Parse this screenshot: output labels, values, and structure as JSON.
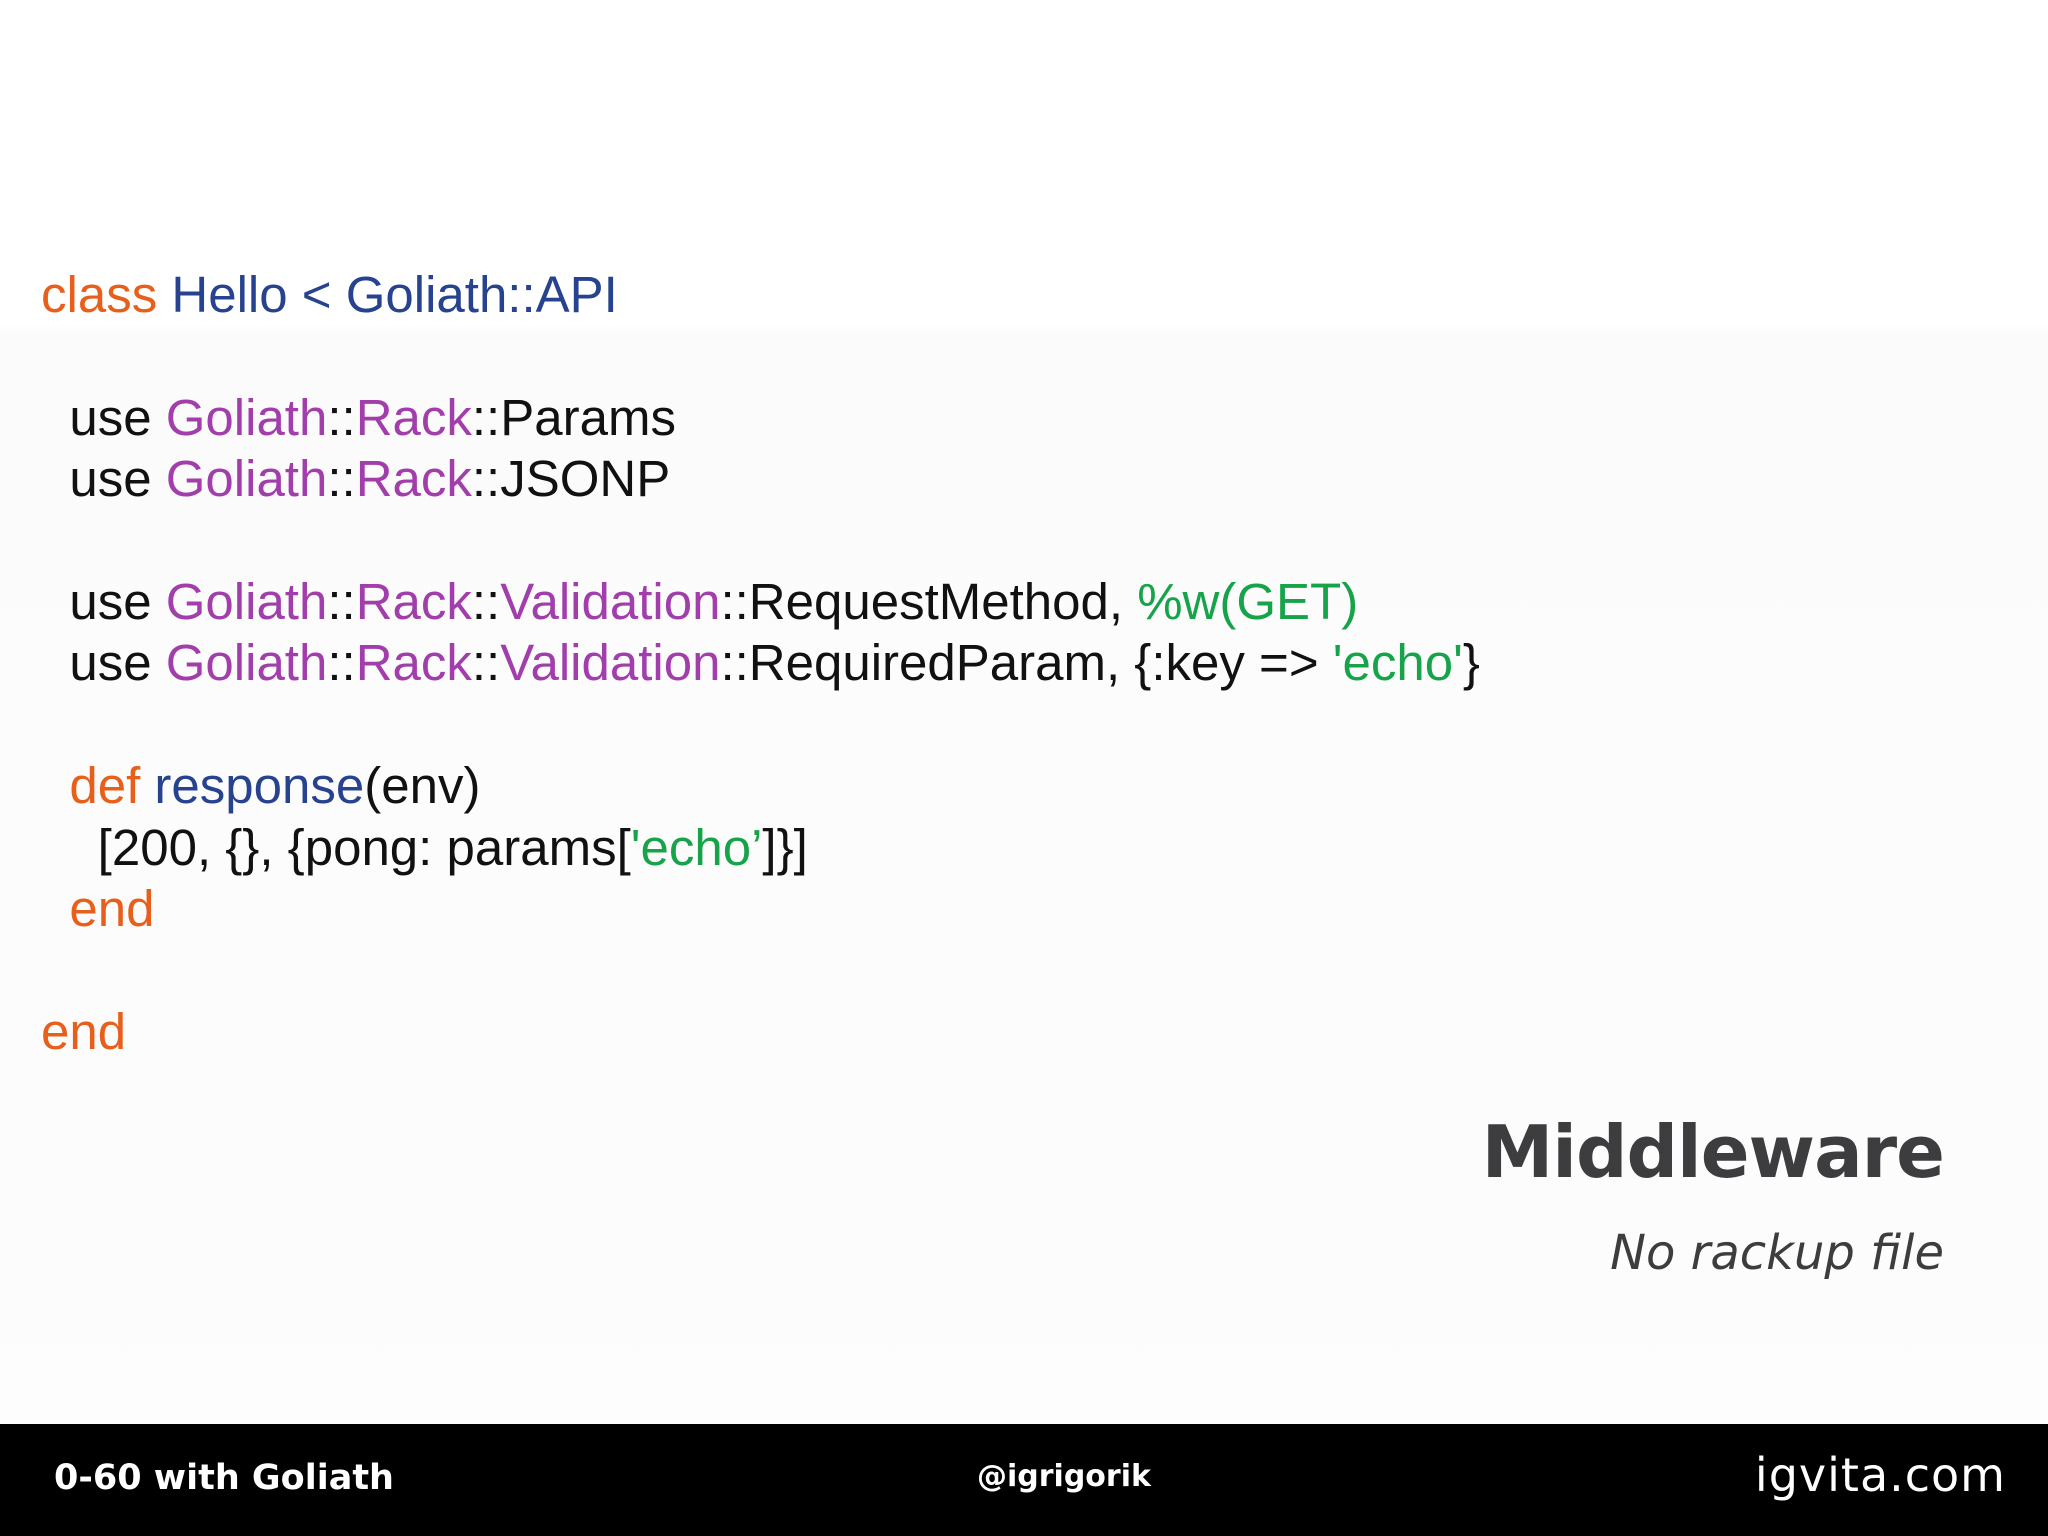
{
  "code": {
    "lines": [
      [
        {
          "t": "class",
          "c": "kw"
        },
        {
          "t": " ",
          "c": "plain"
        },
        {
          "t": "Hello < Goliath::API",
          "c": "cls"
        }
      ],
      [],
      [
        {
          "t": "  use ",
          "c": "plain"
        },
        {
          "t": "Goliath",
          "c": "mod"
        },
        {
          "t": "::",
          "c": "plain"
        },
        {
          "t": "Rack",
          "c": "mod"
        },
        {
          "t": "::Params",
          "c": "plain"
        }
      ],
      [
        {
          "t": "  use ",
          "c": "plain"
        },
        {
          "t": "Goliath",
          "c": "mod"
        },
        {
          "t": "::",
          "c": "plain"
        },
        {
          "t": "Rack",
          "c": "mod"
        },
        {
          "t": "::JSONP",
          "c": "plain"
        }
      ],
      [],
      [
        {
          "t": "  use ",
          "c": "plain"
        },
        {
          "t": "Goliath",
          "c": "mod"
        },
        {
          "t": "::",
          "c": "plain"
        },
        {
          "t": "Rack",
          "c": "mod"
        },
        {
          "t": "::",
          "c": "plain"
        },
        {
          "t": "Validation",
          "c": "mod"
        },
        {
          "t": "::RequestMethod, ",
          "c": "plain"
        },
        {
          "t": "%w(GET)",
          "c": "str"
        }
      ],
      [
        {
          "t": "  use ",
          "c": "plain"
        },
        {
          "t": "Goliath",
          "c": "mod"
        },
        {
          "t": "::",
          "c": "plain"
        },
        {
          "t": "Rack",
          "c": "mod"
        },
        {
          "t": "::",
          "c": "plain"
        },
        {
          "t": "Validation",
          "c": "mod"
        },
        {
          "t": "::RequiredParam, {:key => ",
          "c": "plain"
        },
        {
          "t": "'echo'",
          "c": "str"
        },
        {
          "t": "}",
          "c": "plain"
        }
      ],
      [],
      [
        {
          "t": "  ",
          "c": "plain"
        },
        {
          "t": "def",
          "c": "kw"
        },
        {
          "t": " ",
          "c": "plain"
        },
        {
          "t": "response",
          "c": "cls"
        },
        {
          "t": "(env)",
          "c": "plain"
        }
      ],
      [
        {
          "t": "    [200, {}, {pong: params[",
          "c": "plain"
        },
        {
          "t": "'echo’",
          "c": "str"
        },
        {
          "t": "]}]",
          "c": "plain"
        }
      ],
      [
        {
          "t": "  ",
          "c": "plain"
        },
        {
          "t": "end",
          "c": "kw"
        }
      ],
      [],
      [
        {
          "t": "end",
          "c": "kw"
        }
      ]
    ]
  },
  "slide": {
    "title": "Middleware",
    "subtitle": "No rackup file"
  },
  "footer": {
    "left": "0-60 with Goliath",
    "center": "@igrigorik",
    "right": "igvita.com"
  },
  "colors": {
    "keyword": "#e85f1c",
    "class_name": "#27428f",
    "module": "#a23dac",
    "string": "#16a34a",
    "footer_bg": "#000000"
  }
}
